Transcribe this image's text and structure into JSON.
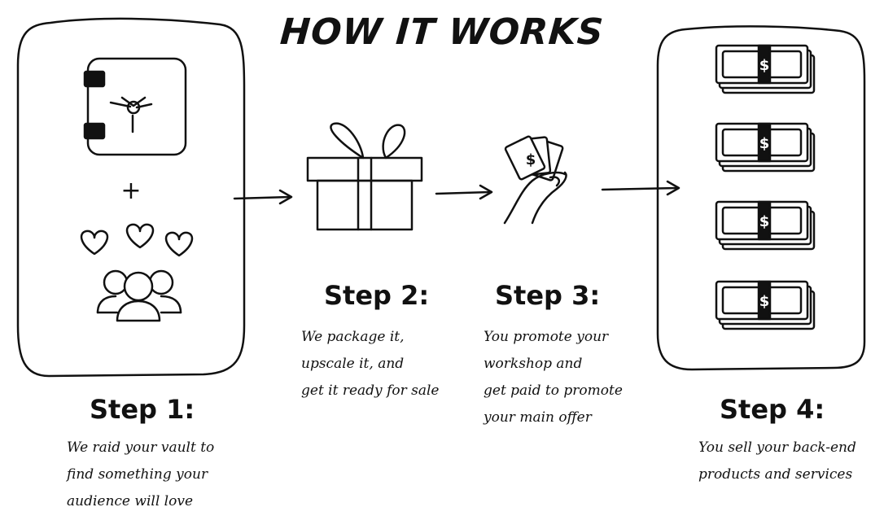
{
  "title": "HOW IT WORKS",
  "steps": [
    {
      "label": "Step 1:",
      "lines": [
        "We raid your vault to",
        "find something your",
        "audience will love"
      ]
    },
    {
      "label": "Step 2:",
      "lines": [
        "We package it,",
        "upscale it, and",
        "get it ready for sale"
      ]
    },
    {
      "label": "Step 3:",
      "lines": [
        "You promote your",
        "workshop and",
        "get paid to promote",
        "your main offer"
      ]
    },
    {
      "label": "Step 4:",
      "lines": [
        "You sell your back-end",
        "products and services"
      ]
    }
  ],
  "bill_symbol": "$",
  "plus_symbol": "+",
  "icons": [
    "vault-icon",
    "hearts-icon",
    "audience-icon",
    "gift-icon",
    "hand-cash-icon",
    "cash-stack-icon"
  ]
}
